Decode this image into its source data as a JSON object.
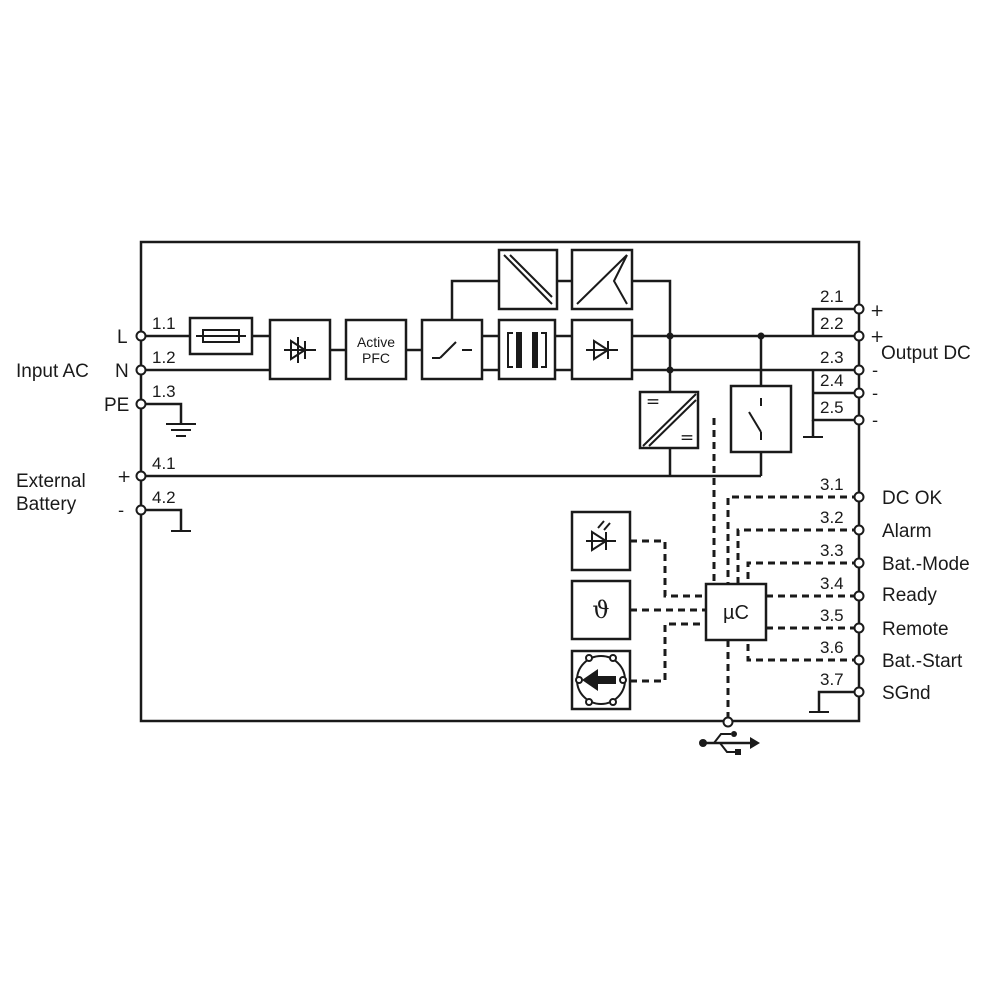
{
  "input": {
    "input_ac": "Input AC",
    "l": "L",
    "n": "N",
    "pe": "PE",
    "t11": "1.1",
    "t12": "1.2",
    "t13": "1.3"
  },
  "battery": {
    "line1": "External",
    "line2": "Battery",
    "plus": "+",
    "minus": "-",
    "t41": "4.1",
    "t42": "4.2"
  },
  "blocks": {
    "pfc_line1": "Active",
    "pfc_line2": "PFC",
    "micro": "µC",
    "temp_symbol": "ϑ",
    "conv_eq_top": "=",
    "conv_eq_bottom": "="
  },
  "output": {
    "label": "Output DC",
    "t21": "2.1",
    "t22": "2.2",
    "t23": "2.3",
    "t24": "2.4",
    "t25": "2.5",
    "plus1": "+",
    "plus2": "+",
    "minus3": "-",
    "minus4": "-",
    "minus5": "-"
  },
  "signals": [
    {
      "num": "3.1",
      "label": "DC OK"
    },
    {
      "num": "3.2",
      "label": "Alarm"
    },
    {
      "num": "3.3",
      "label": "Bat.-Mode"
    },
    {
      "num": "3.4",
      "label": "Ready"
    },
    {
      "num": "3.5",
      "label": "Remote"
    },
    {
      "num": "3.6",
      "label": "Bat.-Start"
    },
    {
      "num": "3.7",
      "label": "SGnd"
    }
  ],
  "colors": {
    "line": "#1a1a1a",
    "background": "#ffffff"
  },
  "icons": [
    "fuse-icon",
    "rectifier-icon",
    "switch-icon",
    "transformer-icon",
    "diode-icon",
    "dc-dc-converter-icon",
    "relay-switch-icon",
    "led-icon",
    "temperature-icon",
    "rotary-switch-icon",
    "usb-icon",
    "ground-icon"
  ]
}
